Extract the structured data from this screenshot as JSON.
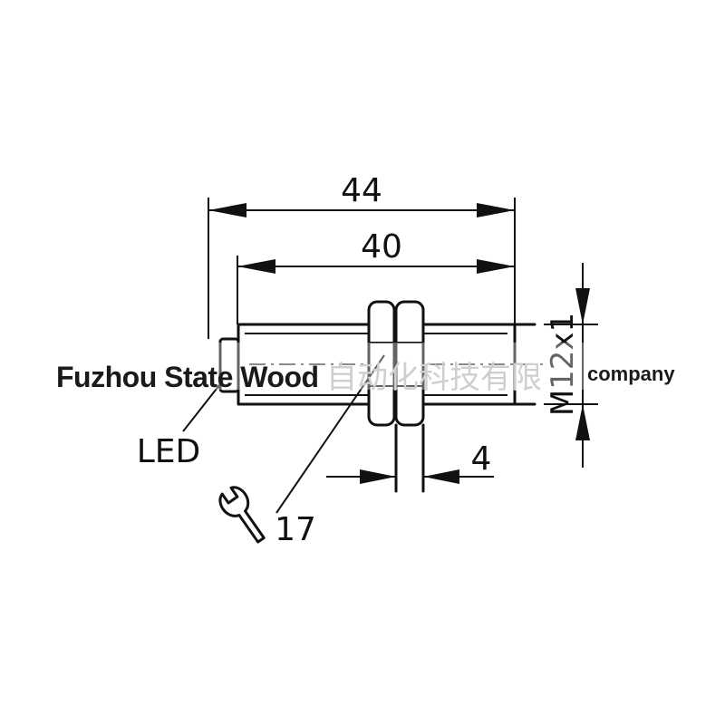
{
  "diagram": {
    "dimensions": {
      "overall_length": "44",
      "thread_length": "40",
      "thread_size": "M12x1",
      "nut_gap": "4",
      "wrench_size": "17"
    },
    "labels": {
      "led": "LED"
    },
    "icons": {
      "wrench": "wrench-icon"
    },
    "watermark": {
      "main": "Fuzhou State Wood",
      "chinese": "自动化科技有限",
      "suffix": "company"
    },
    "colors": {
      "line": "#111111",
      "background": "#ffffff",
      "watermark_faint": "#cfcfcf"
    }
  }
}
